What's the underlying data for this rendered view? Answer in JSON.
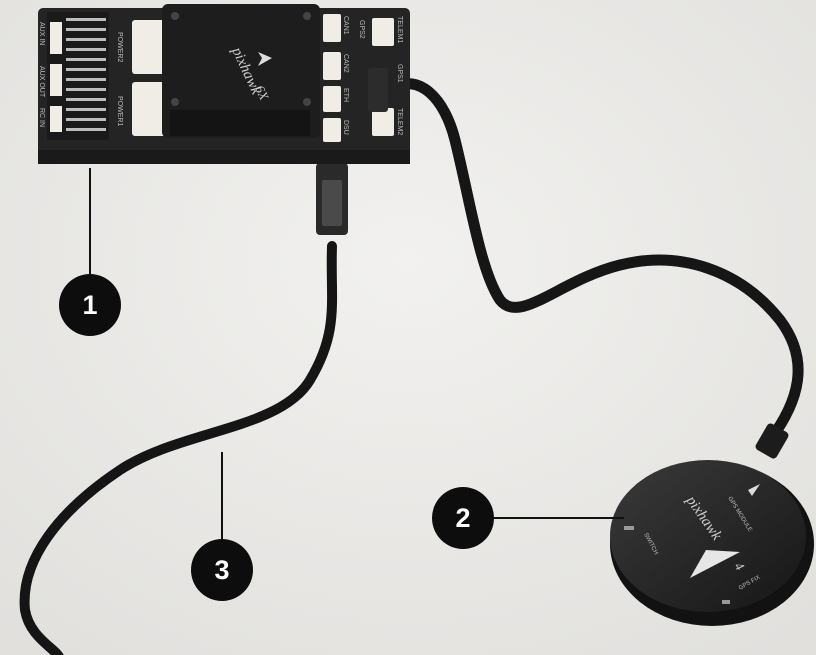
{
  "photo": {
    "device_brand": "pixhawk",
    "device_model": "6X",
    "gps_brand": "pixhawk",
    "gps_model": "4",
    "gps_subtitle": "GPS MODULE",
    "switch_label": "SWITCH",
    "gps_fix_label": "GPS FIX",
    "port_labels": {
      "power2": "POWER2",
      "power1": "POWER1",
      "aux_in": "AUX IN",
      "aux_out": "AUX OUT",
      "rc_in": "RC IN",
      "can1": "CAN1",
      "can2": "CAN2",
      "gps2": "GPS2",
      "eth": "ETH",
      "dsu": "DSU",
      "telem1": "TELEM1",
      "telem2": "TELEM2",
      "gps1": "GPS1"
    },
    "body_color": "#222222",
    "connector_color": "#efede6"
  },
  "callouts": [
    {
      "label": "1"
    },
    {
      "label": "2"
    },
    {
      "label": "3"
    }
  ]
}
